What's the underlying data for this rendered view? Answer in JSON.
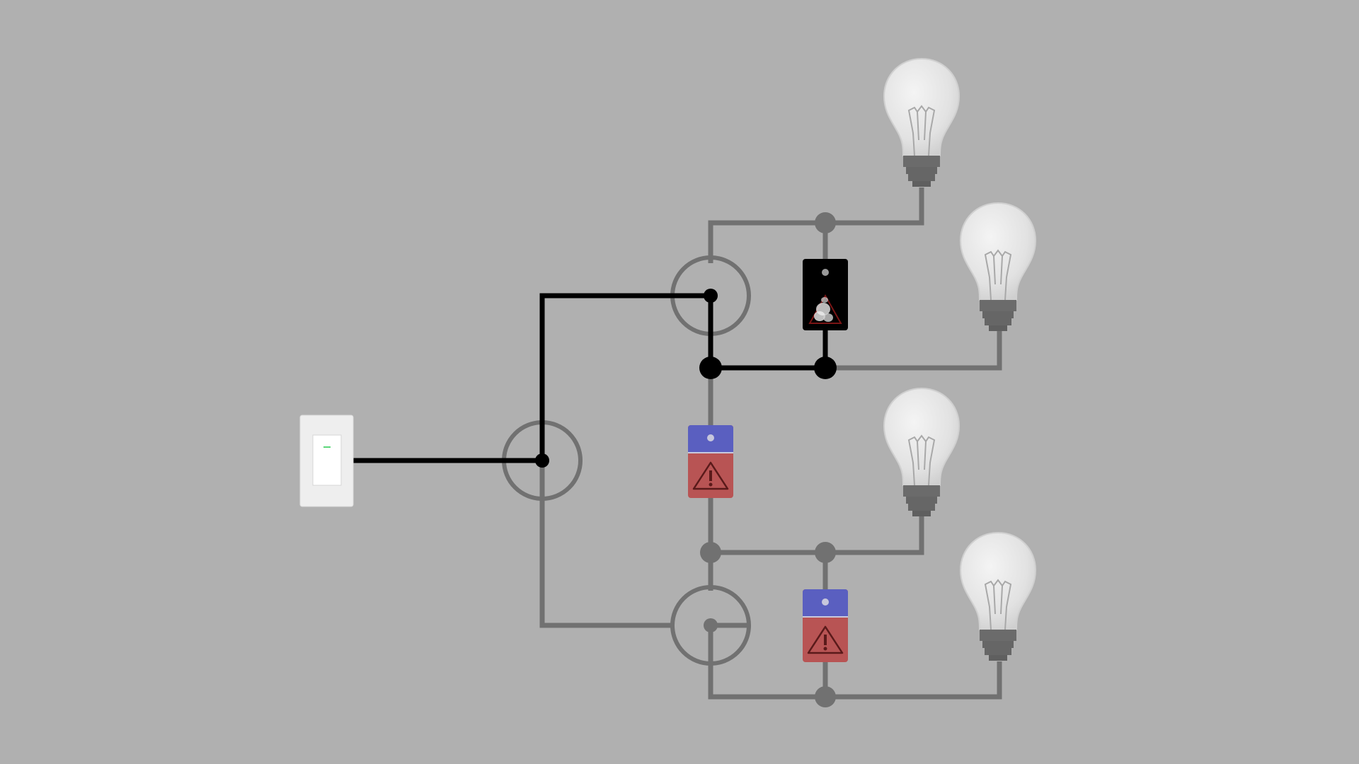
{
  "colors": {
    "background": "#b0b0b0",
    "wire_unpowered": "#717171",
    "wire_powered": "#000000",
    "switch_plate": "#eeeeee",
    "switch_toggle": "#ffffff",
    "switch_led": "#5cd67a",
    "fuse_top": "#5a5fc0",
    "fuse_bottom": "#b85454",
    "fuse_blown": "#000000",
    "bulb_glass": "#e6e6e6",
    "bulb_base": "#6b6b6b"
  },
  "circuit": {
    "wall_switch": {
      "state": "on",
      "icon": "light-switch-icon"
    },
    "splitters": [
      {
        "id": "splitter-main",
        "type": "3-way",
        "powered": true
      },
      {
        "id": "splitter-upper",
        "type": "3-way",
        "powered": true
      },
      {
        "id": "splitter-lower",
        "type": "3-way",
        "powered": false
      }
    ],
    "fuses": [
      {
        "id": "fuse-upper-right",
        "state": "blown",
        "icon": "blown-fuse-icon"
      },
      {
        "id": "fuse-middle",
        "state": "warning",
        "icon": "warning-triangle-icon"
      },
      {
        "id": "fuse-lower-right",
        "state": "warning",
        "icon": "warning-triangle-icon"
      }
    ],
    "bulbs": [
      {
        "id": "bulb-1",
        "lit": false
      },
      {
        "id": "bulb-2",
        "lit": false
      },
      {
        "id": "bulb-3",
        "lit": false
      },
      {
        "id": "bulb-4",
        "lit": false
      }
    ]
  }
}
